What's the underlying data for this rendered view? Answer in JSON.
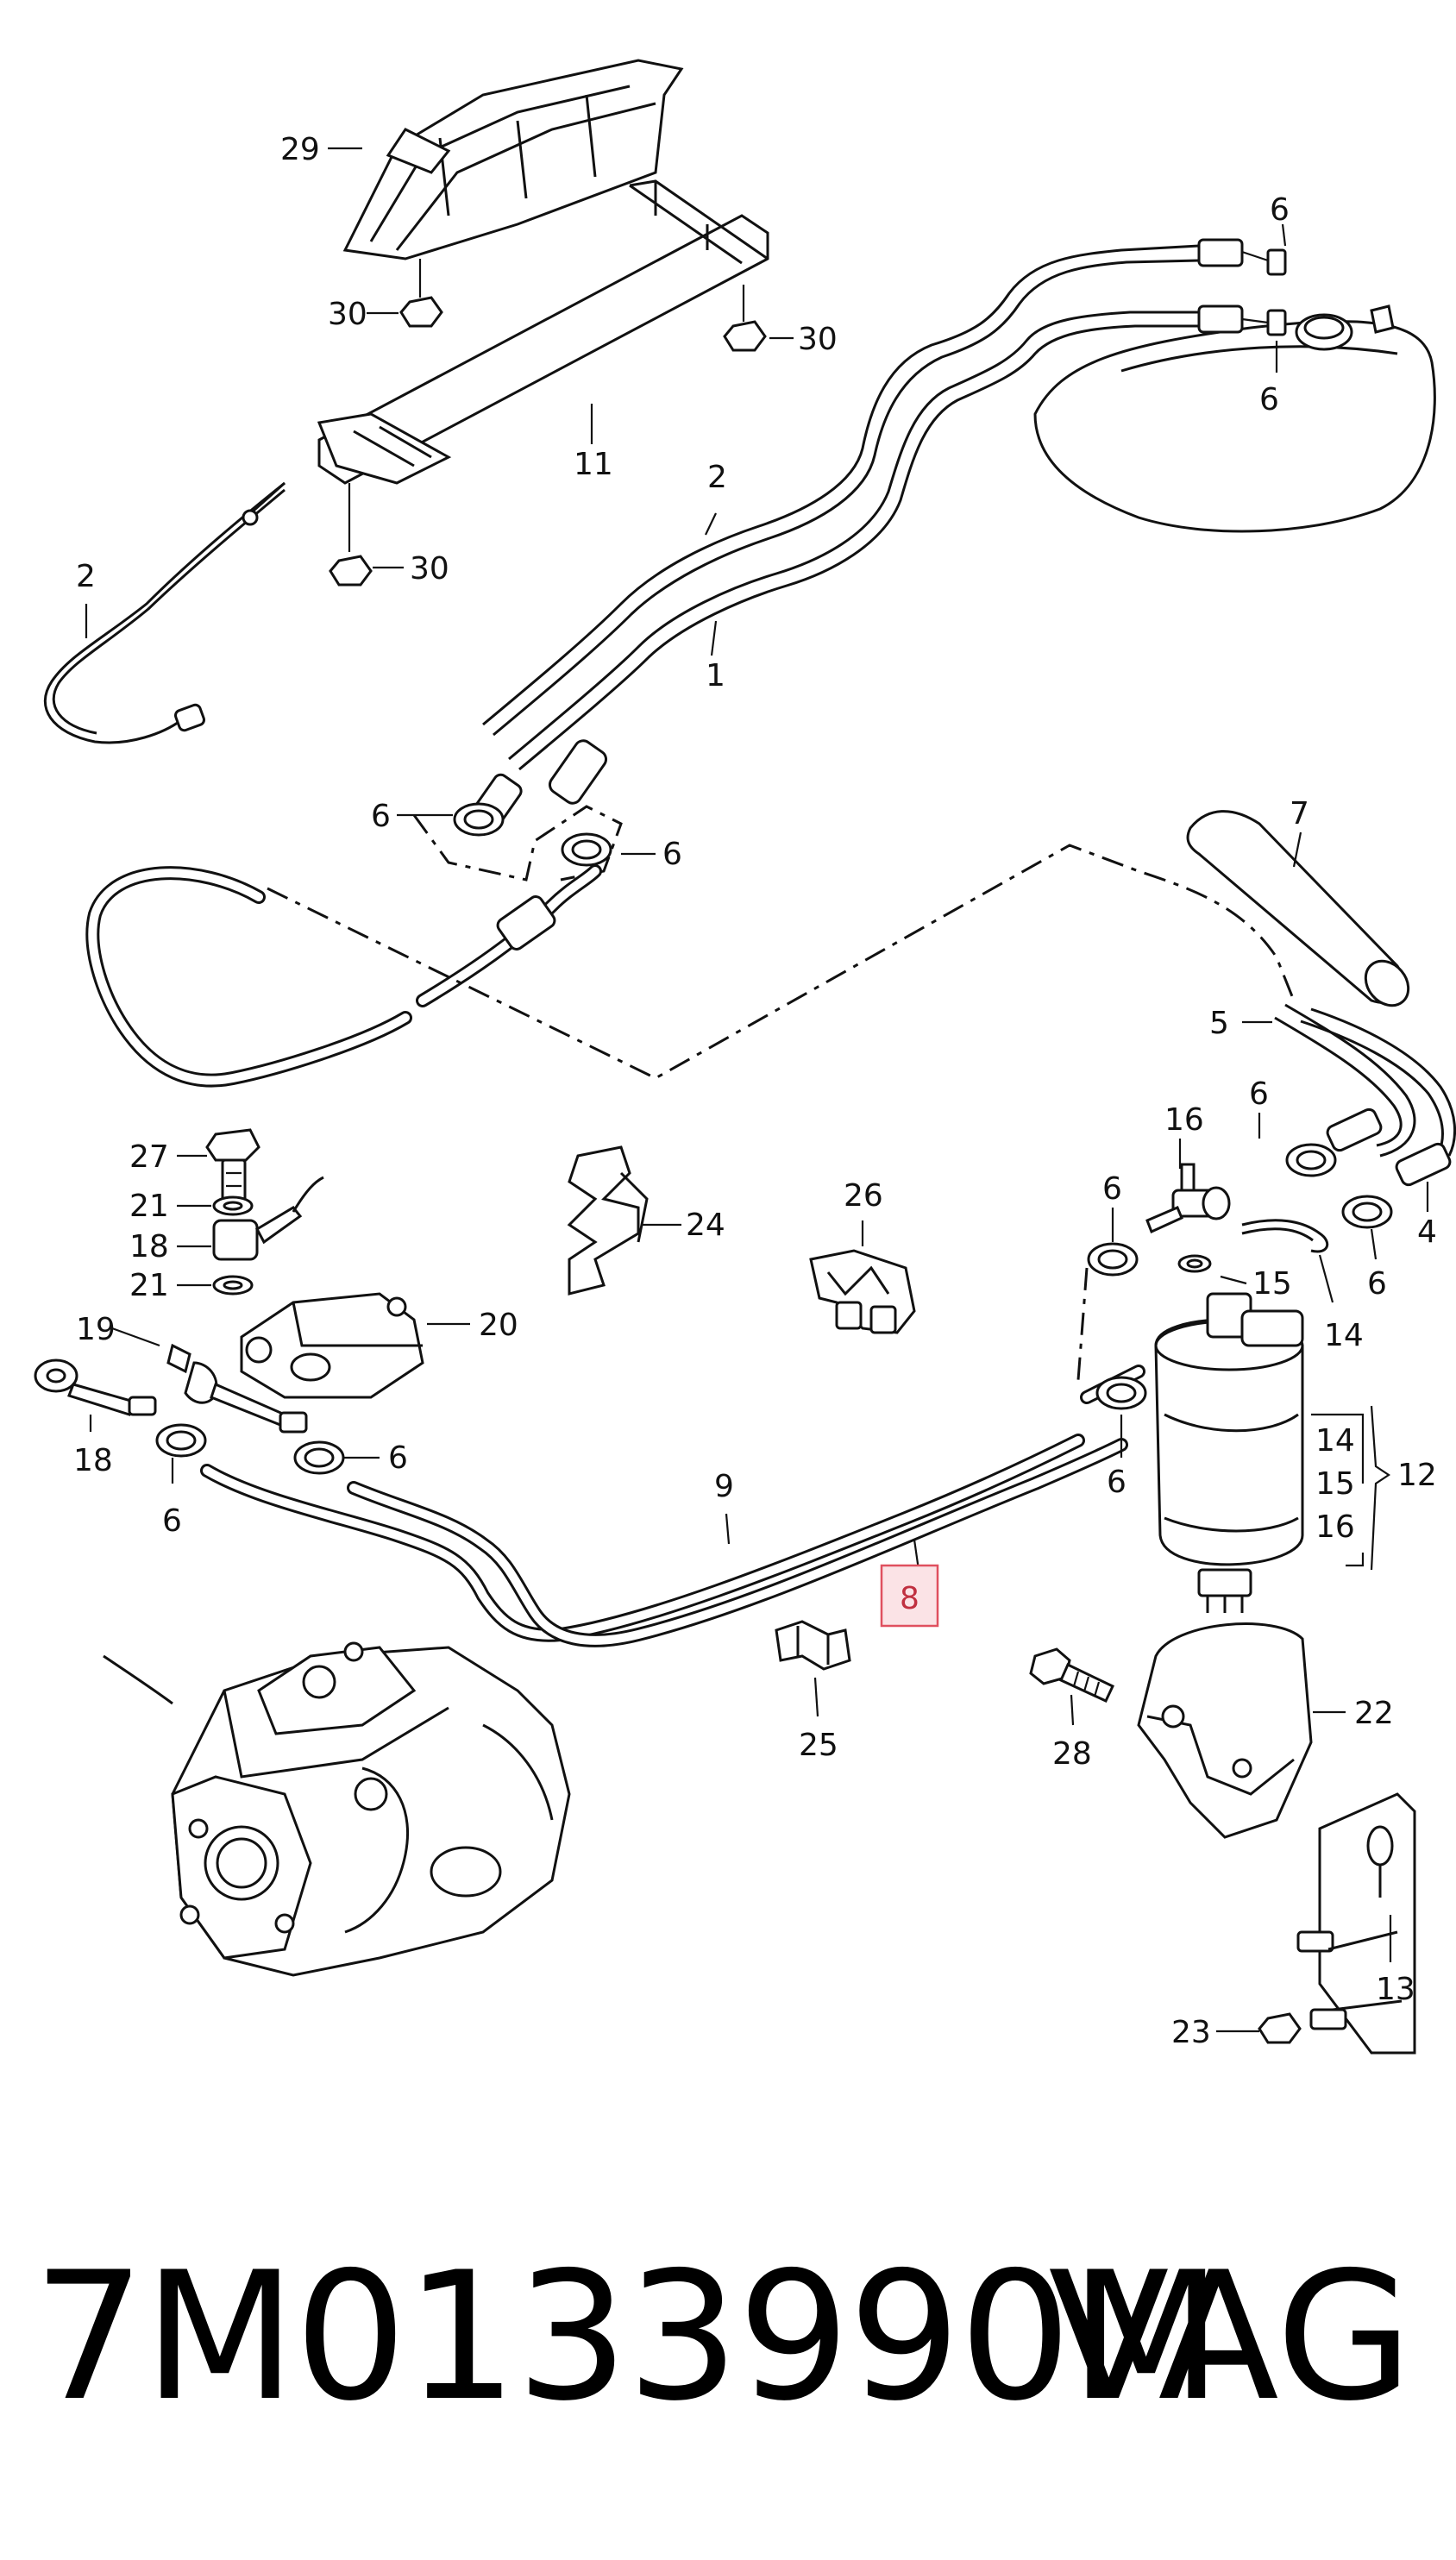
{
  "labels": {
    "l29": "29",
    "l30a": "30",
    "l30b": "30",
    "l30c": "30",
    "l11": "11",
    "l6a": "6",
    "l6b": "6",
    "l2a": "2",
    "l2b": "2",
    "l1": "1",
    "l6c": "6",
    "l6d": "6",
    "l7": "7",
    "l5": "5",
    "l27": "27",
    "l21a": "21",
    "l18a": "18",
    "l21b": "21",
    "l20": "20",
    "l24": "24",
    "l26": "26",
    "l16": "16",
    "l6e": "6",
    "l6f": "6",
    "l4": "4",
    "l15": "15",
    "l6g": "6",
    "l14a": "14",
    "l19": "19",
    "l18b": "18",
    "l6h": "6",
    "l6i": "6",
    "l9": "9",
    "l6j": "6",
    "l14b": "14",
    "l15b": "15",
    "l16b": "16",
    "l12": "12",
    "l8": "8",
    "l25": "25",
    "l28": "28",
    "l22": "22",
    "l13": "13",
    "l23": "23"
  },
  "highlight": {
    "part": "8",
    "color": "#e0505f",
    "fill": "#fbe3e6"
  },
  "footer": {
    "part_number": "7M0133990M",
    "brand": "VAG"
  }
}
